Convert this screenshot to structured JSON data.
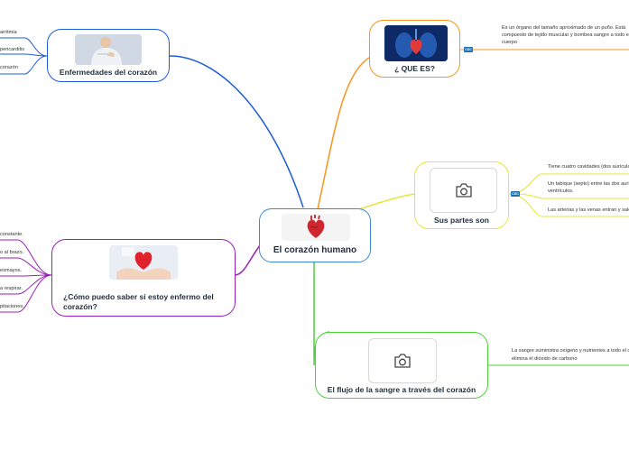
{
  "central": {
    "title": "El corazón humano"
  },
  "topics": {
    "que_es": {
      "title": "¿ QUE ES?",
      "note_tag": "CDC",
      "lines": [
        "Es un órgano del tamaño aproximado de un puño. Está",
        "compuesto de tejido muscular y bombea sangre a todo el",
        "cuerpo"
      ]
    },
    "partes": {
      "title": "Sus partes son",
      "note_tag": "CDC",
      "leaves": [
        "Tiene cuatro cavidades (dos aurículas",
        "Un tabique (septo) entre las dos aurículas y los",
        "ventrículos.",
        "Las arterias y las venas entran y salen"
      ]
    },
    "flujo": {
      "title": "El flujo de la sangre a través del corazón",
      "lines": [
        "La sangre suministra oxígeno y nutrientes a todo el cuerpo y",
        "elimina el dióxido de carbono"
      ]
    },
    "enfermedades": {
      "title": "Enfermedades del corazón",
      "leaves": [
        "arritmia",
        "pericarditis",
        "corazón"
      ]
    },
    "saber": {
      "title_line1": "¿Cómo puedo saber si estoy enfermo del",
      "title_line2": "corazón?",
      "leaves": [
        "constante.",
        "o al brazo.",
        "esmayos.",
        "a respirar.",
        "pitaciones."
      ]
    }
  },
  "colors": {
    "orange": "#f7941d",
    "yellow": "#e2e838",
    "green": "#4cd137",
    "blue": "#1e5bd8",
    "purple": "#9b1fb8",
    "central_border": "#3c8ad6"
  },
  "icons": [
    "heart-icon",
    "camera-icon",
    "heart-hands-icon",
    "chest-pain-icon",
    "organ-scan-icon"
  ]
}
